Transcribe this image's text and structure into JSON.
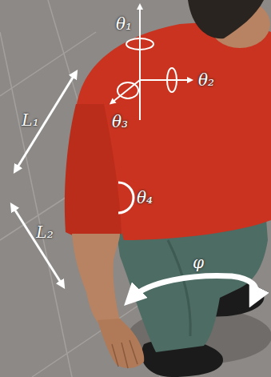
{
  "diagram": {
    "labels": [
      "θ₁",
      "θ₂",
      "θ₃",
      "θ₄",
      "L₁",
      "L₂",
      "φ"
    ]
  }
}
